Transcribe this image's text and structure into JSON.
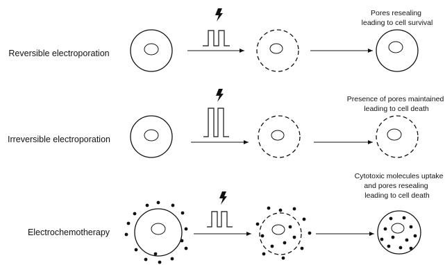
{
  "rows": [
    {
      "label": "Reversible electroporation",
      "pulse": "short",
      "outcome_lines": [
        "Pores resealing",
        "leading to cell survival"
      ],
      "final_membrane": "solid",
      "molecules": false
    },
    {
      "label": "Irreversible electroporation",
      "pulse": "tall",
      "outcome_lines": [
        "Presence of pores maintained",
        "leading to cell death"
      ],
      "final_membrane": "dashed",
      "molecules": false
    },
    {
      "label": "Electrochemotherapy",
      "pulse": "short",
      "outcome_lines": [
        "Cytotoxic molecules uptake",
        "and pores resealing",
        "leading to cell death"
      ],
      "final_membrane": "solid",
      "molecules": true
    }
  ],
  "icons": {
    "pulse_source": "lightning-bolt-icon"
  },
  "colors": {
    "ink": "#111111",
    "background": "#ffffff"
  }
}
